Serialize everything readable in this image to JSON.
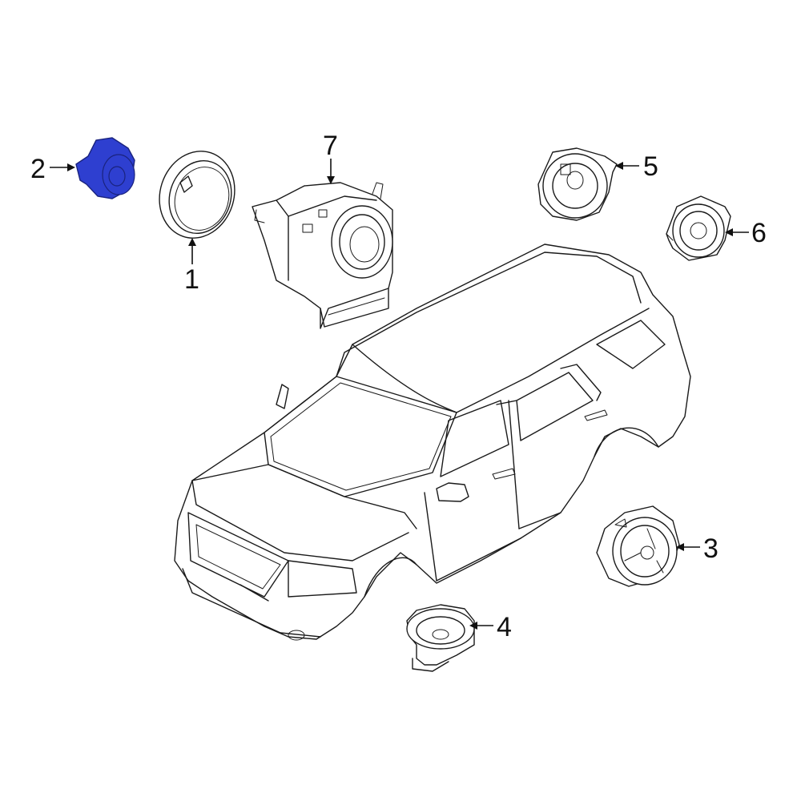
{
  "diagram": {
    "highlight_color": "#2e3fd0",
    "highlight_stroke": "#1a237e",
    "line_color": "#1a1a1a",
    "callouts": [
      {
        "id": "1",
        "label": "1",
        "part": "speaker-bracket-ring"
      },
      {
        "id": "2",
        "label": "2",
        "part": "tweeter-speaker",
        "highlighted": true
      },
      {
        "id": "3",
        "label": "3",
        "part": "rear-door-speaker"
      },
      {
        "id": "4",
        "label": "4",
        "part": "front-door-speaker"
      },
      {
        "id": "5",
        "label": "5",
        "part": "rear-speaker"
      },
      {
        "id": "6",
        "label": "6",
        "part": "center-speaker"
      },
      {
        "id": "7",
        "label": "7",
        "part": "subwoofer-enclosure"
      }
    ]
  }
}
